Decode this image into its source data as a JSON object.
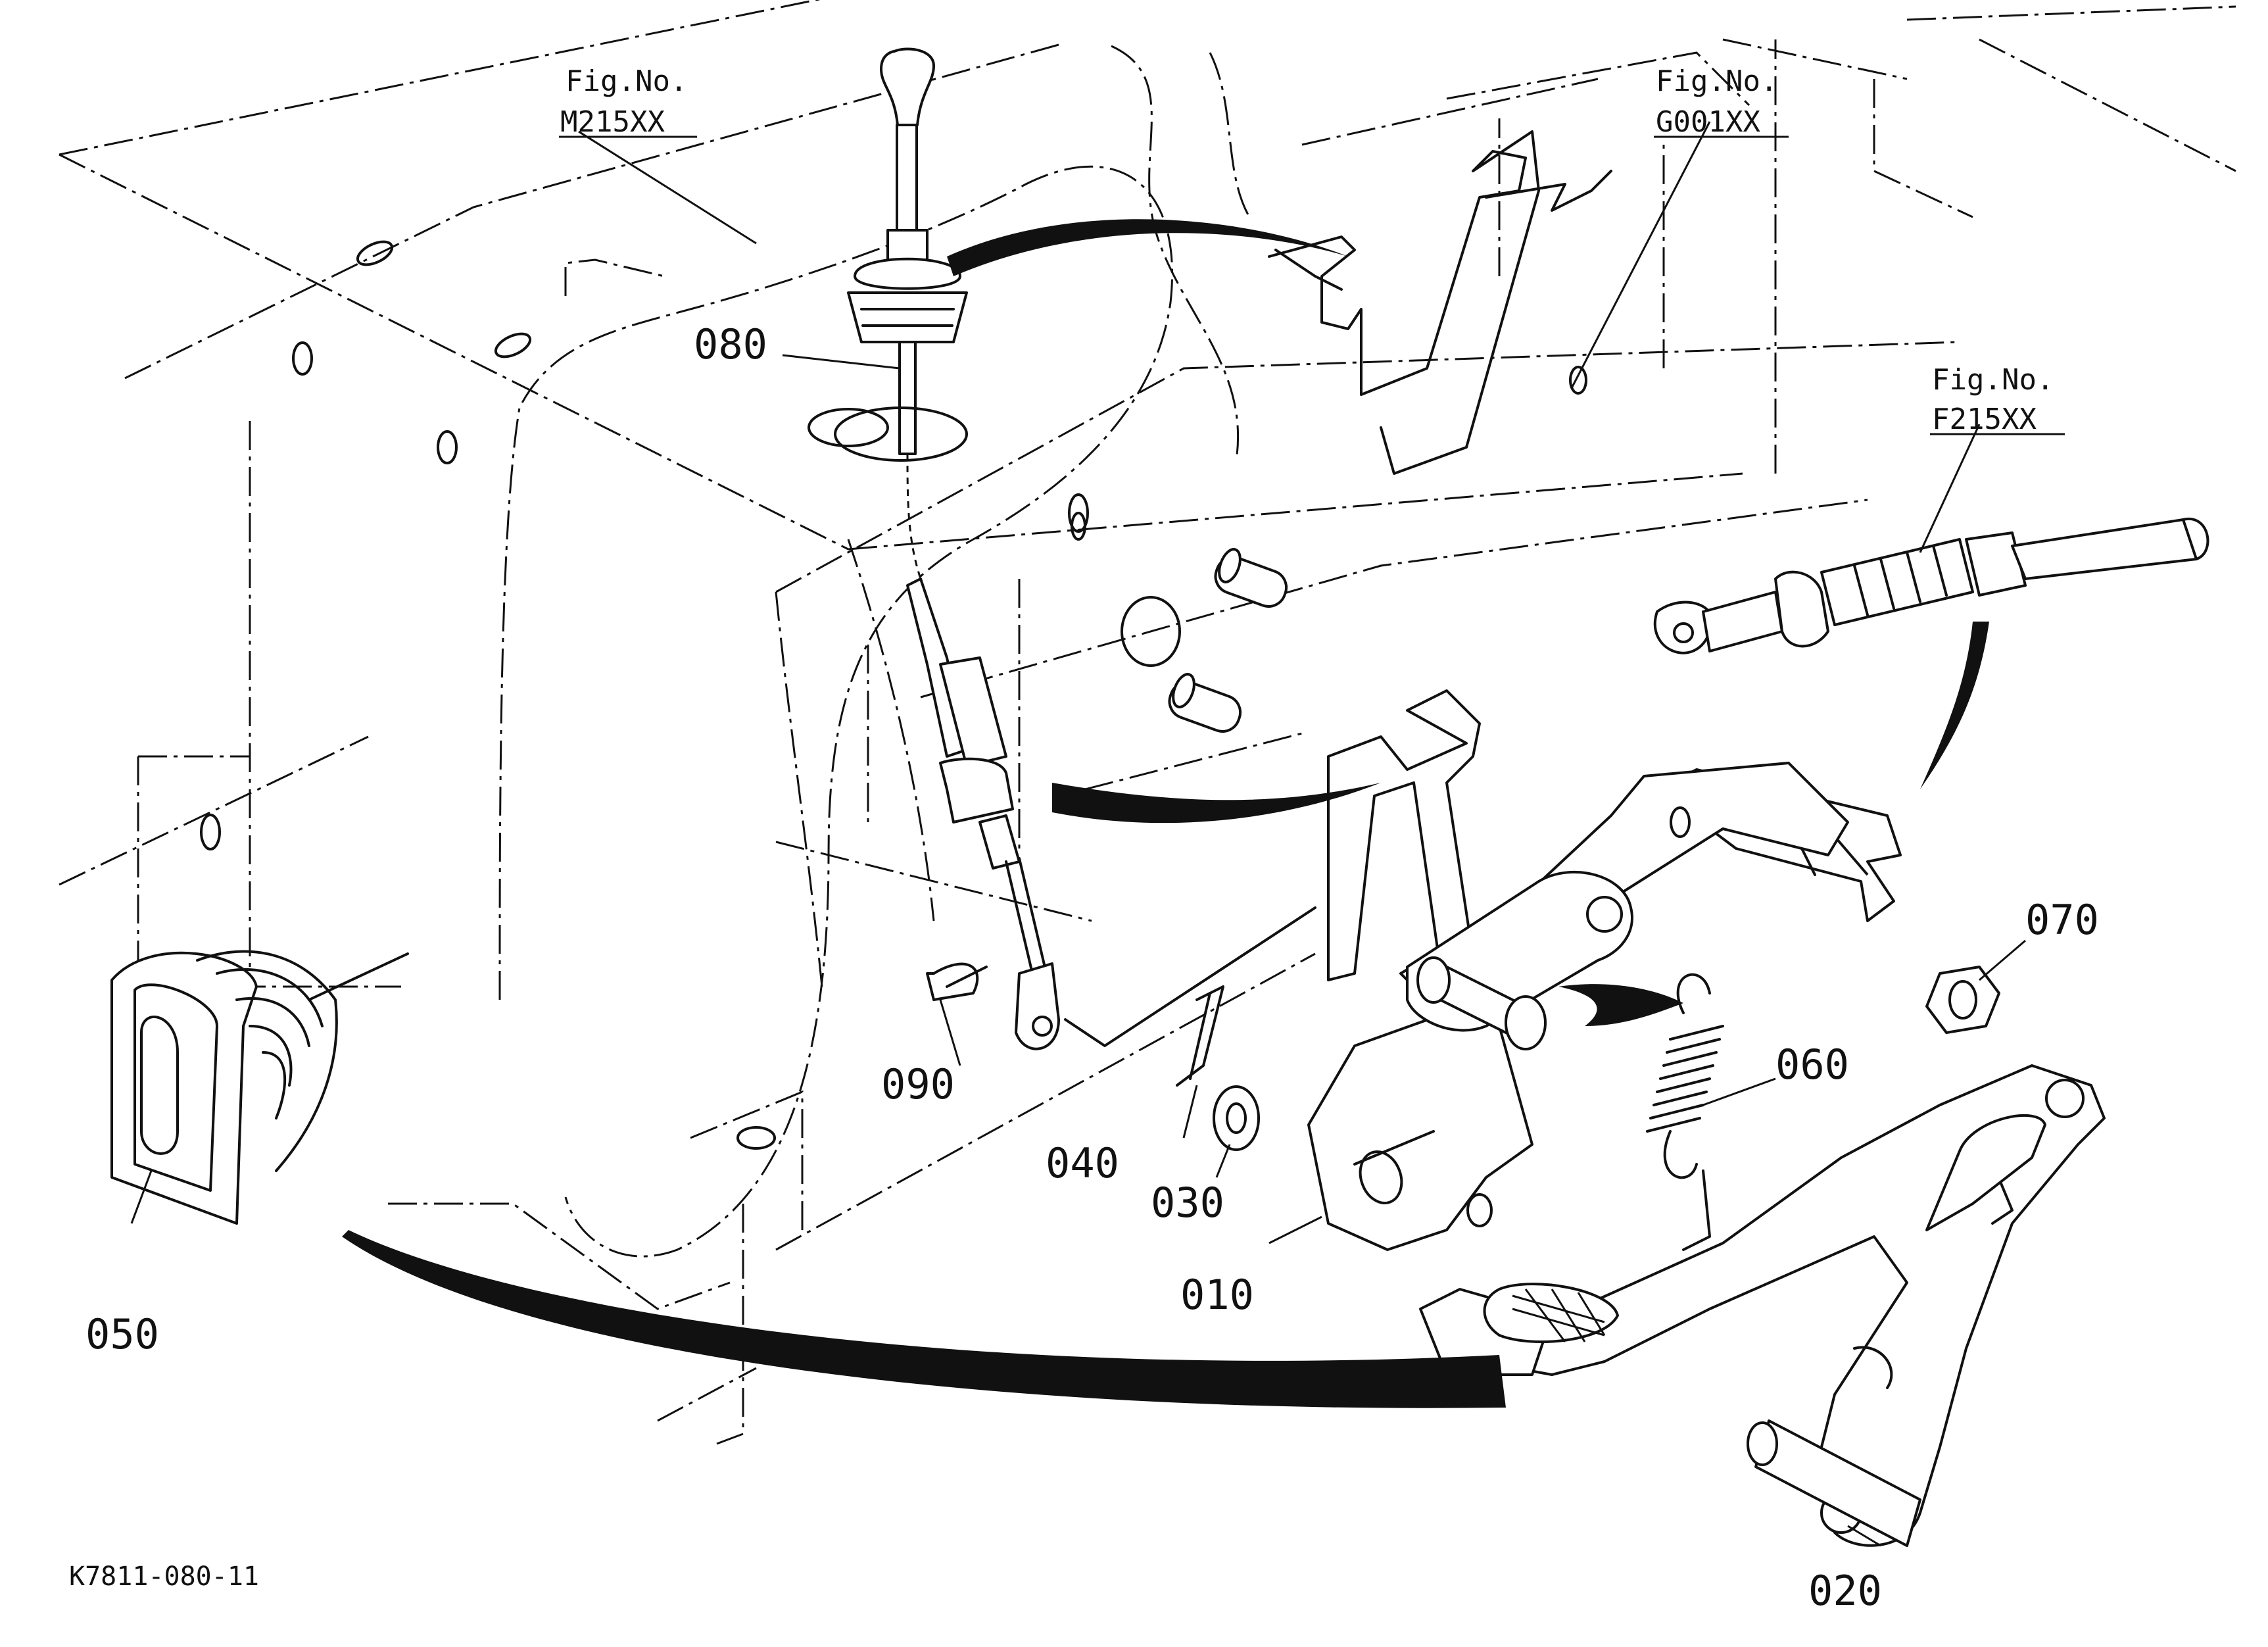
{
  "figure_code": "K7811-080-11",
  "fig_refs": [
    {
      "caption": "Fig.No.",
      "number": "M215XX"
    },
    {
      "caption": "Fig.No.",
      "number": "G001XX"
    },
    {
      "caption": "Fig.No.",
      "number": "F215XX"
    }
  ],
  "part_callouts": [
    "010",
    "020",
    "030",
    "040",
    "050",
    "060",
    "070",
    "080",
    "090"
  ]
}
